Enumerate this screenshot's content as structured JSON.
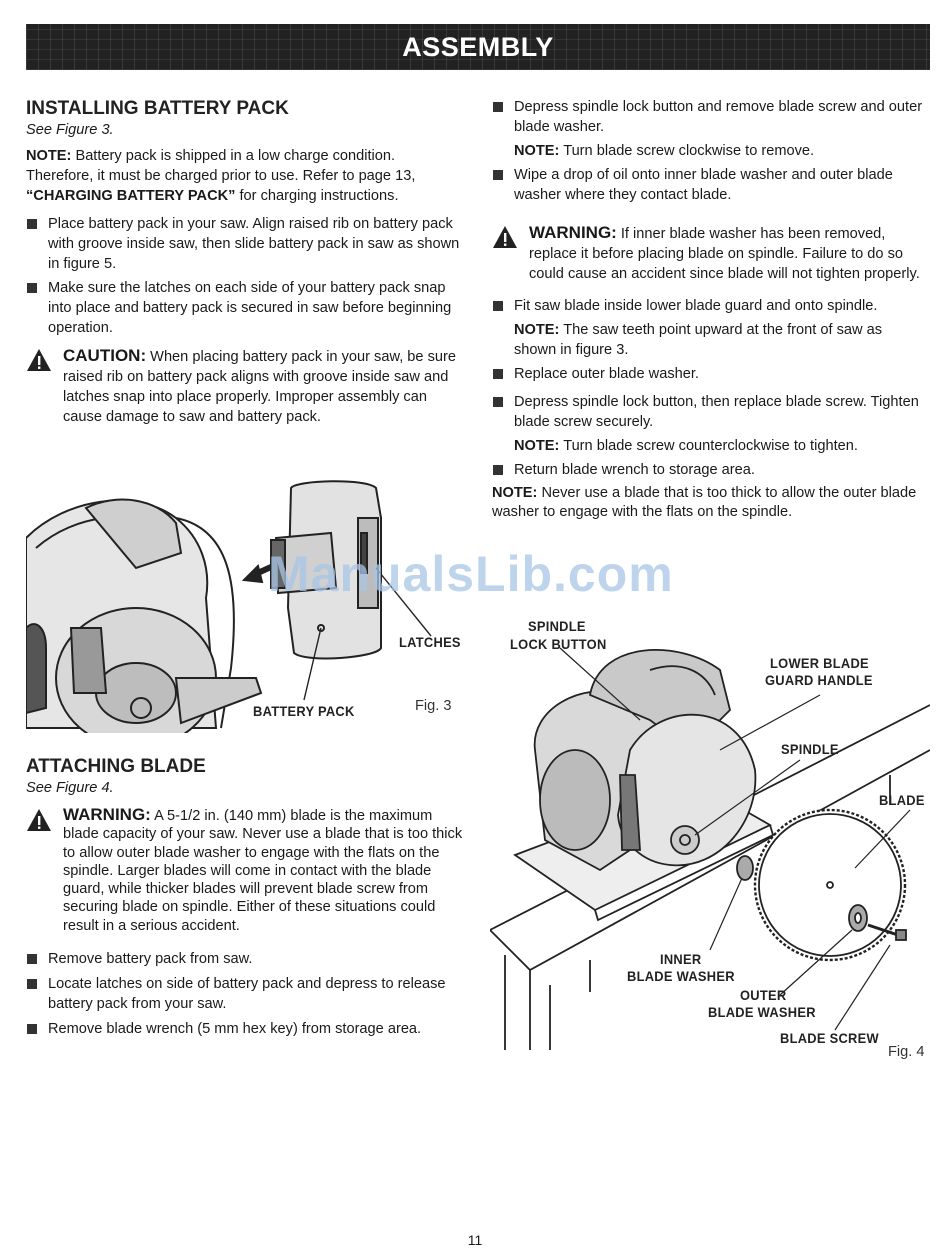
{
  "banner": {
    "title": "ASSEMBLY"
  },
  "left": {
    "heading1": "INSTALLING BATTERY PACK",
    "see1": "See Figure 3.",
    "note1_label": "NOTE:",
    "note1_a": " Battery pack is shipped in a low charge condition. Therefore, it must be charged prior to use. Refer to page 13, ",
    "note1_bold": "“CHARGING BATTERY PACK”",
    "note1_b": " for charging instructions.",
    "bullets1": [
      "Place battery pack in your saw. Align raised rib on battery pack with groove inside saw, then slide battery pack in saw as shown in figure 5.",
      "Make sure the latches on each side of your battery pack snap into place and battery pack is secured in saw before beginning operation."
    ],
    "caution_kw": "CAUTION:",
    "caution_text": " When placing battery pack in your saw, be sure raised rib on battery pack aligns with groove inside saw and latches snap into place properly. Improper assembly can cause damage to saw and battery pack.",
    "heading2": "ATTACHING BLADE",
    "see2": "See Figure 4.",
    "warning_kw": "WARNING:",
    "warning_text": " A 5-1/2 in. (140 mm) blade is the maximum blade capacity of your saw. Never use a blade that is too thick to allow outer blade washer to engage with the flats on the spindle. Larger blades will come in contact with the blade guard, while thicker blades will prevent blade screw from securing blade on spindle. Either of these situations could result in a serious accident.",
    "bullets2": [
      "Remove battery pack from saw.",
      "Locate latches on side of battery pack and depress to release battery pack from your saw.",
      "Remove blade wrench (5 mm hex key) from storage area."
    ]
  },
  "fig3": {
    "latches": "LATCHES",
    "battery_pack": "BATTERY PACK",
    "caption": "Fig. 3"
  },
  "right": {
    "b1": "Depress spindle lock button and remove blade screw and outer blade washer.",
    "n1_label": "NOTE:",
    "n1": " Turn blade screw clockwise to remove.",
    "b2": "Wipe a drop of oil onto inner blade washer and outer blade washer where they contact blade.",
    "warning_kw": "WARNING:",
    "warning_text": " If inner blade washer has been removed, replace it before placing blade on spindle. Failure to do so could cause an accident since blade will not tighten properly.",
    "b3": "Fit saw blade inside lower blade guard and onto spindle.",
    "n2_label": "NOTE:",
    "n2": " The saw teeth point upward at the front of saw as shown in figure 3.",
    "b4": "Replace outer blade washer.",
    "b5": "Depress spindle lock button, then replace blade screw. Tighten blade screw securely.",
    "n3_label": "NOTE:",
    "n3": " Turn blade screw counterclockwise to tighten.",
    "b6": "Return blade wrench to storage area.",
    "n4_label": "NOTE:",
    "n4": " Never use a blade that is too thick to allow the outer blade washer to engage with the flats on the spindle."
  },
  "fig4": {
    "spindle_lock_1": "SPINDLE",
    "spindle_lock_2": "LOCK BUTTON",
    "lower_guard_1": "LOWER BLADE",
    "lower_guard_2": "GUARD HANDLE",
    "spindle": "SPINDLE",
    "blade": "BLADE",
    "inner_1": "INNER",
    "inner_2": "BLADE WASHER",
    "outer_1": "OUTER",
    "outer_2": "BLADE WASHER",
    "blade_screw": "BLADE SCREW",
    "caption": "Fig. 4"
  },
  "watermark": "ManualsLib.com",
  "page_number": "11"
}
